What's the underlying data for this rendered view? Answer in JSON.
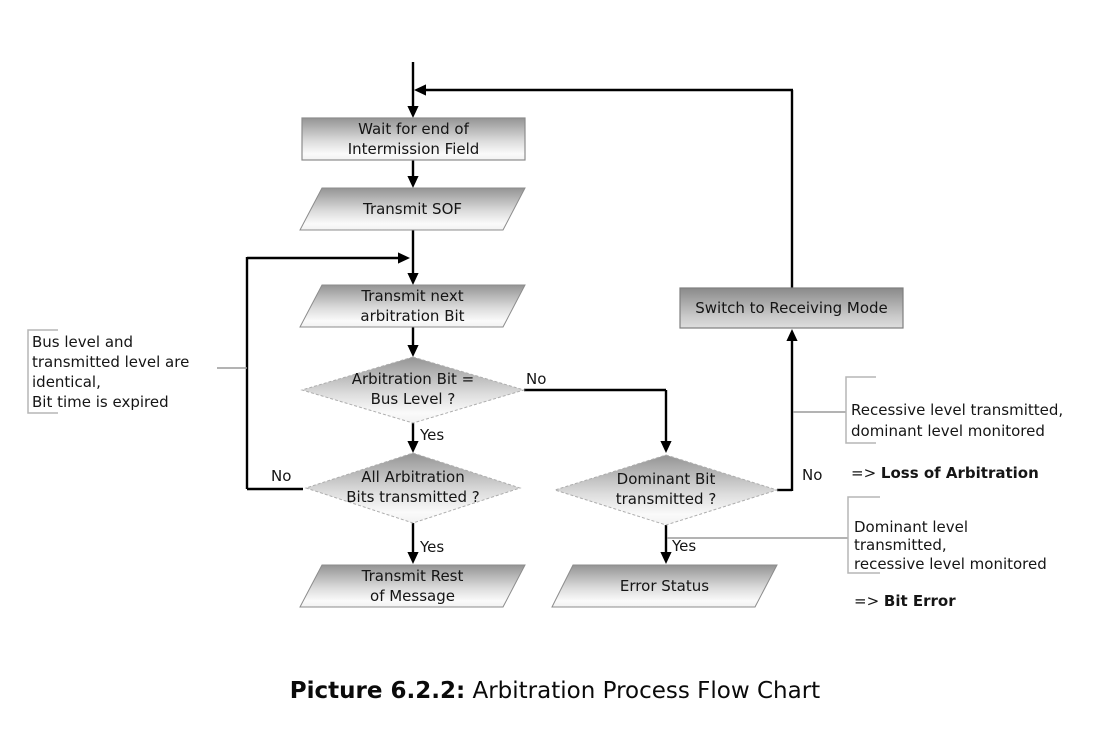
{
  "flow": {
    "nodes": {
      "wait": {
        "label": "Wait for end of\nIntermission Field"
      },
      "sof": {
        "label": "Transmit SOF"
      },
      "next_bit": {
        "label": "Transmit next\narbitration Bit"
      },
      "d_arb_bus": {
        "label": "Arbitration Bit =\nBus Level ?"
      },
      "d_all_bits": {
        "label": "All Arbitration\nBits transmitted ?"
      },
      "rest": {
        "label": "Transmit Rest\nof Message"
      },
      "switch_rx": {
        "label": "Switch to Receiving Mode"
      },
      "d_dominant": {
        "label": "Dominant Bit\ntransmitted ?"
      },
      "error": {
        "label": "Error Status"
      }
    },
    "branch_labels": {
      "d1_no": "No",
      "d1_yes": "Yes",
      "d2_no": "No",
      "d2_yes": "Yes",
      "d3_no": "No",
      "d3_yes": "Yes"
    },
    "annotations": {
      "left": {
        "text": "Bus level and\ntransmitted level are\nidentical,\nBit time is expired"
      },
      "loss": {
        "text": "Recessive level transmitted,\ndominant level monitored",
        "prefix": "=> ",
        "term": "Loss of Arbitration"
      },
      "bit_error": {
        "text": "Dominant level\ntransmitted,\nrecessive level monitored",
        "prefix": "=> ",
        "term": "Bit Error"
      }
    }
  },
  "caption": {
    "prefix": "Picture 6.2.2:",
    "text": " Arbitration Process Flow Chart"
  },
  "colors": {
    "line": "#000000",
    "connector_gray": "#9a9a9a",
    "bracket_gray": "#b5b5b5",
    "shape_gradient_top": "#949494",
    "shape_gradient_bottom": "#fafafa",
    "shape_border": "#8c8c8c",
    "diamond_border": "#adadad"
  }
}
